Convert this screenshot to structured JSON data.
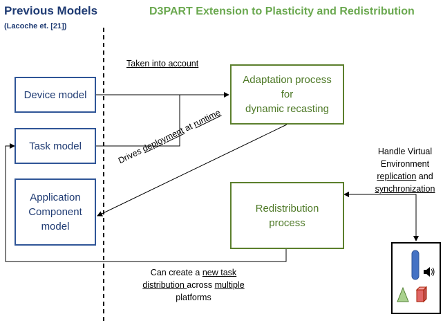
{
  "titles": {
    "left": "Previous Models",
    "left_sub": "(Lacoche et. [21])",
    "right": "D3PART  Extension to Plasticity and Redistribution"
  },
  "boxes": {
    "device_model": "Device model",
    "task_model": "Task model",
    "app_line1": "Application",
    "app_line2": "Component",
    "app_line3": "model",
    "adapt_line1": "Adaptation process",
    "adapt_line2": "for",
    "adapt_line3": "dynamic recasting",
    "redist_line1": "Redistribution",
    "redist_line2": "process"
  },
  "labels": {
    "taken_into_account": "Taken into account",
    "drives_pre": "Drives ",
    "drives_u1": "deployment",
    "drives_mid": " at ",
    "drives_u2": "runtime",
    "handle_l1": "Handle Virtual",
    "handle_l2": "Environment",
    "handle_l3_u": "replication",
    "handle_l3_rest": " and",
    "handle_l4_u": "synchronization",
    "can_l1_pre": "Can create a ",
    "can_l1_u": "new task",
    "can_l2_u1": "distribution ",
    "can_l2_mid": "across ",
    "can_l2_u2": "multiple",
    "can_l3": "platforms"
  },
  "colors": {
    "blue_border": "#2f5597",
    "green_border": "#5b7f2c",
    "left_title": "#1f3b73",
    "right_title": "#6aa84f"
  },
  "icons": [
    "speaker-icon",
    "capsule-object",
    "cone-object",
    "cube-object"
  ]
}
